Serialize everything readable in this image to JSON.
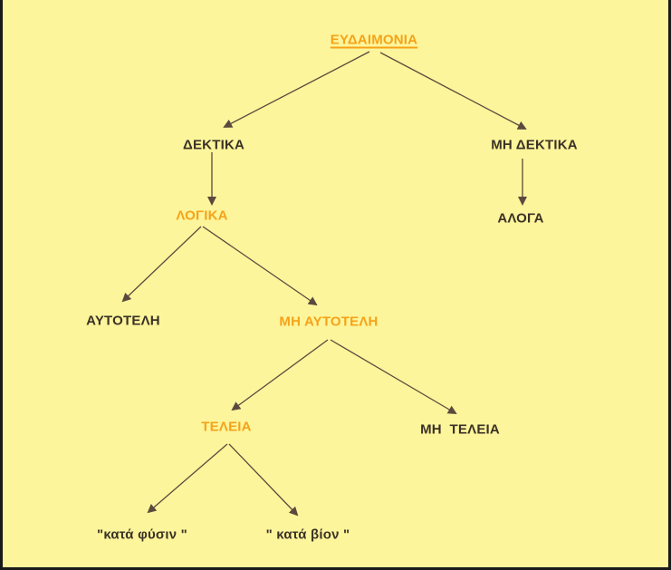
{
  "colors": {
    "background": "#fdf59b",
    "highlight": "#f5a319",
    "text": "#3b3226",
    "arrow": "#5a4a3e"
  },
  "nodes": {
    "root": "ΕΥΔΑΙΜΟΝΙΑ",
    "dektika": "ΔΕΚΤΙΚΑ",
    "mi_dektika": "ΜΗ ΔΕΚΤΙΚΑ",
    "logika": "ΛΟΓΙΚΑ",
    "aloga": "ΑΛΟΓΑ",
    "autoteli": "ΑΥΤΟΤΕΛΗ",
    "mi_autoteli": "ΜΗ ΑΥΤΟΤΕΛΗ",
    "teleia": "ΤΕΛΕΙΑ",
    "mi_teleia": "ΜΗ  ΤΕΛΕΙΑ",
    "kata_fysin": "\"κατά φύσιν \"",
    "kata_vion": "\" κατά βίον \""
  },
  "edges": [
    [
      "root",
      "dektika"
    ],
    [
      "root",
      "mi_dektika"
    ],
    [
      "dektika",
      "logika"
    ],
    [
      "mi_dektika",
      "aloga"
    ],
    [
      "logika",
      "autoteli"
    ],
    [
      "logika",
      "mi_autoteli"
    ],
    [
      "mi_autoteli",
      "teleia"
    ],
    [
      "mi_autoteli",
      "mi_teleia"
    ],
    [
      "teleia",
      "kata_fysin"
    ],
    [
      "teleia",
      "kata_vion"
    ]
  ]
}
